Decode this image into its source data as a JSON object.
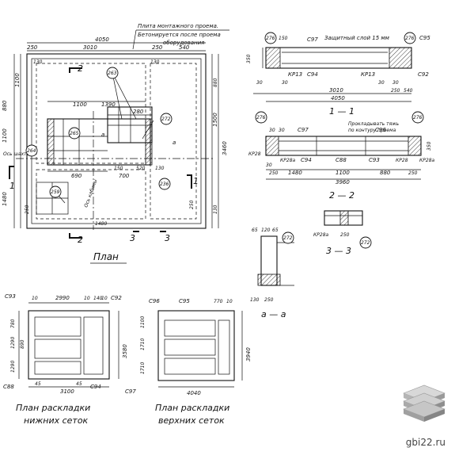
{
  "plan": {
    "title": "План",
    "note_line1": "Плита монтажного проема.",
    "note_line2": "Бетонируется после проема",
    "note_line3": "оборудования",
    "dims_top": [
      "4050",
      "250",
      "3010",
      "250",
      "540",
      "130",
      "130",
      "1390",
      "1100",
      "280"
    ],
    "dims_left": [
      "1480",
      "1100",
      "880",
      "1100"
    ],
    "dims_right": [
      "3460",
      "1500",
      "130",
      "880"
    ],
    "dims_inner": [
      "690",
      "700",
      "150",
      "520",
      "130",
      "1480",
      "250",
      "250"
    ],
    "labels": [
      "Ось шахты",
      "Ось кабины",
      "а",
      "а"
    ],
    "section_marks": [
      "2",
      "2",
      "1",
      "1",
      "3",
      "3"
    ],
    "callouts": [
      "263",
      "272",
      "265",
      "264",
      "236",
      "259"
    ]
  },
  "sec11": {
    "title": "1 — 1",
    "note": "Защитный слой 15 мм",
    "callouts": [
      "276",
      "276"
    ],
    "labels": [
      "С97",
      "С95",
      "С94",
      "КР13",
      "КР13",
      "С92"
    ],
    "dims": [
      "150",
      "350",
      "30",
      "30",
      "3010",
      "30",
      "30",
      "250",
      "540",
      "4050"
    ]
  },
  "sec22": {
    "title": "2 — 2",
    "note_line1": "Прокладывать тяжь",
    "note_line2": "по контуру проема",
    "callouts": [
      "276",
      "276"
    ],
    "labels": [
      "С97",
      "С96",
      "КР28",
      "КР28а",
      "С94",
      "С88",
      "С93",
      "КР28",
      "КР28а"
    ],
    "dims": [
      "30",
      "30",
      "350",
      "30",
      "250",
      "1480",
      "1100",
      "880",
      "250",
      "3960"
    ]
  },
  "sec33": {
    "title": "3 — 3",
    "labels": [
      "КР28а",
      "250"
    ],
    "callout": "272"
  },
  "secaa": {
    "title": "а — а",
    "dims": [
      "65",
      "120",
      "65",
      "130",
      "250"
    ],
    "callout": "272"
  },
  "lower": {
    "title_line1": "План раскладки",
    "title_line2": "нижних сеток",
    "labels": [
      "С93",
      "С92",
      "С88",
      "С94"
    ],
    "dims": [
      "10",
      "2990",
      "10",
      "140",
      "10",
      "3100",
      "45",
      "45",
      "3580",
      "1290",
      "1290",
      "890",
      "780"
    ]
  },
  "upper": {
    "title_line1": "План раскладки",
    "title_line2": "верхних сеток",
    "labels": [
      "С96",
      "С95",
      "С97"
    ],
    "dims": [
      "770",
      "10",
      "4040",
      "3940",
      "1710",
      "1710",
      "1100"
    ]
  },
  "watermark": "gbi22.ru",
  "logo": "cube-stack-logo"
}
